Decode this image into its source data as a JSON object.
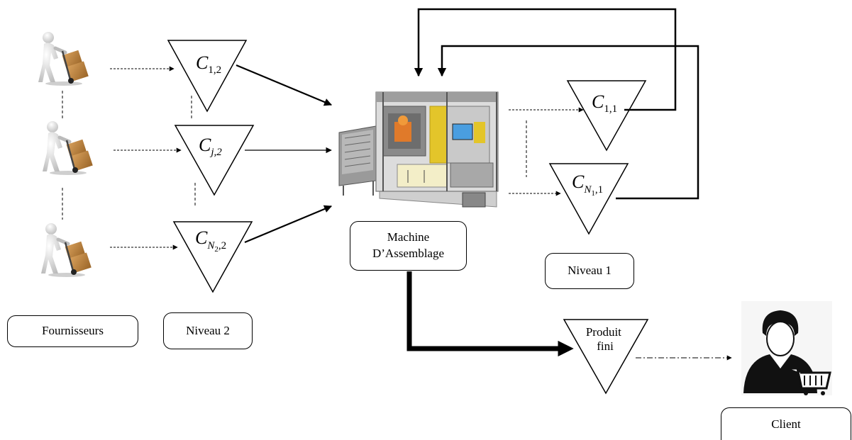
{
  "labels": {
    "suppliers": "Fournisseurs",
    "level2": "Niveau 2",
    "level1": "Niveau 1",
    "machine": "Machine\nD’Assemblage",
    "client": "Client"
  },
  "buffers": {
    "c12": {
      "main": "C",
      "sub": "1,2"
    },
    "cj2": {
      "main": "C",
      "sub": "j,2"
    },
    "cn22": {
      "main": "C",
      "sub": "N",
      "sub_sub": "2",
      "sub_tail": ",2"
    },
    "c11": {
      "main": "C",
      "sub": "1,1"
    },
    "cn11": {
      "main": "C",
      "sub": "N",
      "sub_sub": "1",
      "sub_tail": ",1"
    }
  },
  "product": {
    "line1": "Produit",
    "line2": "fini"
  },
  "icons": {
    "supplier": "worker-with-hand-truck-icon",
    "machine": "assembly-machine-image",
    "client": "customer-with-cart-icon"
  }
}
